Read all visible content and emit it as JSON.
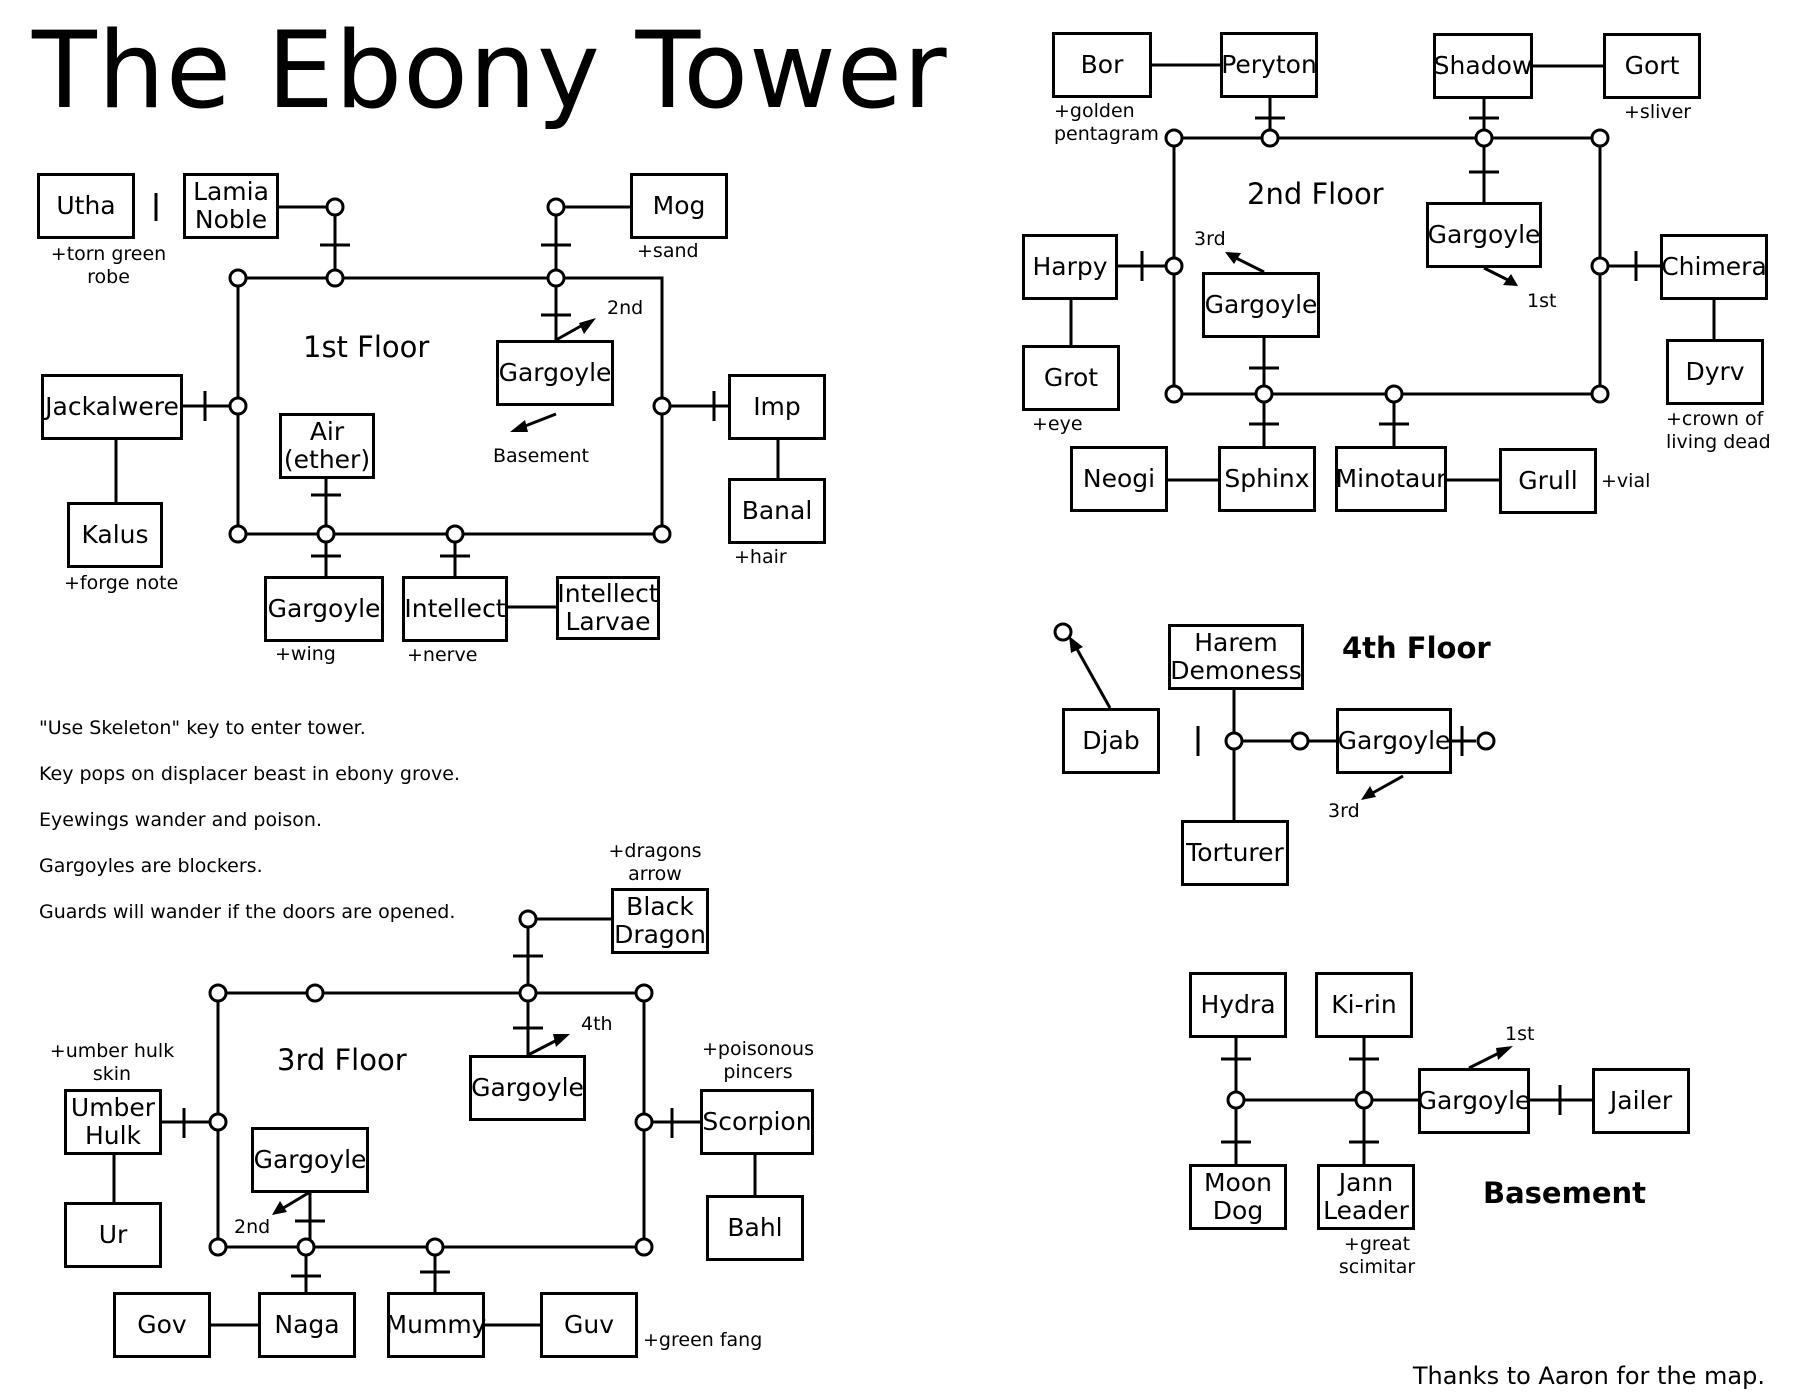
{
  "title": "The Ebony Tower",
  "credit": "Thanks to Aaron for the map.",
  "tips": [
    "\"Use Skeleton\" key to enter tower.",
    "Key pops on displacer beast in ebony grove.",
    "Eyewings wander and poison.",
    "Gargoyles are blockers.",
    "Guards will wander if the doors are opened."
  ],
  "floors": {
    "first": {
      "label": "1st Floor",
      "rooms": {
        "utha": "Utha",
        "lamia_noble": "Lamia\nNoble",
        "mog": "Mog",
        "jackalwere": "Jackalwere",
        "kalus": "Kalus",
        "gargoyle_center": "Gargoyle",
        "air_ether": "Air\n(ether)",
        "imp": "Imp",
        "banal": "Banal",
        "gargoyle_south": "Gargoyle",
        "intellect": "Intellect",
        "intellect_larvae": "Intellect\nLarvae"
      },
      "notes": {
        "utha": "+torn green\nrobe",
        "mog": "+sand",
        "kalus": "+forge note",
        "banal": "+hair",
        "gargoyle_south": "+wing",
        "intellect": "+nerve"
      },
      "dirs": {
        "up": "2nd",
        "down": "Basement"
      }
    },
    "second": {
      "label": "2nd Floor",
      "rooms": {
        "bor": "Bor",
        "peryton": "Peryton",
        "shadow": "Shadow",
        "gort": "Gort",
        "gargoyle_down": "Gargoyle",
        "harpy": "Harpy",
        "grot": "Grot",
        "gargoyle_up": "Gargoyle",
        "chimera": "Chimera",
        "dyrv": "Dyrv",
        "neogi": "Neogi",
        "sphinx": "Sphinx",
        "minotaur": "Minotaur",
        "grull": "Grull"
      },
      "notes": {
        "bor": "+golden\npentagram",
        "gort": "+sliver",
        "grot": "+eye",
        "dyrv": "+crown of\nliving dead",
        "grull": "+vial"
      },
      "dirs": {
        "up": "3rd",
        "down": "1st"
      }
    },
    "third": {
      "label": "3rd Floor",
      "rooms": {
        "black_dragon": "Black\nDragon",
        "gargoyle_up": "Gargoyle",
        "umber_hulk": "Umber\nHulk",
        "ur": "Ur",
        "scorpion": "Scorpion",
        "bahl": "Bahl",
        "gargoyle_down": "Gargoyle",
        "gov": "Gov",
        "naga": "Naga",
        "mummy": "Mummy",
        "guv": "Guv"
      },
      "notes": {
        "black_dragon": "+dragons\narrow",
        "umber_hulk": "+umber hulk\nskin",
        "scorpion": "+poisonous\npincers",
        "guv": "+green fang"
      },
      "dirs": {
        "up": "4th",
        "down": "2nd"
      }
    },
    "fourth": {
      "label": "4th Floor",
      "rooms": {
        "harem_demoness": "Harem\nDemoness",
        "djab": "Djab",
        "gargoyle": "Gargoyle",
        "torturer": "Torturer"
      },
      "dirs": {
        "down": "3rd"
      }
    },
    "basement": {
      "label": "Basement",
      "rooms": {
        "hydra": "Hydra",
        "kirin": "Ki-rin",
        "gargoyle": "Gargoyle",
        "jailer": "Jailer",
        "moon_dog": "Moon\nDog",
        "jann_leader": "Jann\nLeader"
      },
      "notes": {
        "jann_leader": "+great\nscimitar"
      },
      "dirs": {
        "up": "1st"
      }
    }
  }
}
